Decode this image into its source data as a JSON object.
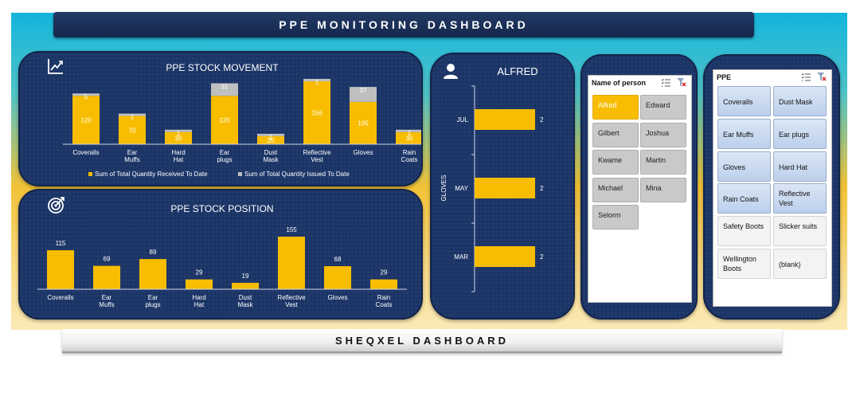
{
  "header": {
    "title": "PPE MONITORING DASHBOARD"
  },
  "footer": {
    "title": "SHEQXEL DASHBOARD"
  },
  "colors": {
    "navy": "#1c3567",
    "received": "#f8bd00",
    "issued": "#bfbfbf",
    "slicer_selected": "#f8bd00"
  },
  "icons": {
    "movement": "line-chart-icon",
    "position": "target-icon",
    "person": "person-icon",
    "multiselect": "multi-select-icon",
    "clear_filter": "clear-filter-icon"
  },
  "chart_data": [
    {
      "type": "bar",
      "stacked": true,
      "title": "PPE STOCK MOVEMENT",
      "categories": [
        "Coveralls",
        "Ear Muffs",
        "Hard Hat",
        "Ear plugs",
        "Dust Mask",
        "Reflective Vest",
        "Gloves",
        "Rain Coats"
      ],
      "series": [
        {
          "name": "Sum of Total Quantity Received To Date",
          "values": [
            120,
            70,
            30,
            120,
            20,
            156,
            105,
            30
          ]
        },
        {
          "name": "Sum of Total Quantity Issued To Date",
          "values": [
            5,
            1,
            1,
            31,
            1,
            1,
            37,
            1
          ]
        }
      ],
      "legend": "bottom"
    },
    {
      "type": "bar",
      "title": "PPE STOCK POSITION",
      "categories": [
        "Coveralls",
        "Ear Muffs",
        "Ear plugs",
        "Hard Hat",
        "Dust Mask",
        "Reflective Vest",
        "Gloves",
        "Rain Coats"
      ],
      "values": [
        115,
        69,
        89,
        29,
        19,
        155,
        68,
        29
      ]
    },
    {
      "type": "bar",
      "orientation": "horizontal",
      "title": "ALFRED",
      "ylabel": "GLOVES",
      "categories": [
        "JUL",
        "MAY",
        "MAR"
      ],
      "values": [
        2,
        2,
        2
      ]
    }
  ],
  "person_slicer": {
    "title": "Name of person",
    "items": [
      "Alfred",
      "Edward",
      "Gilbert",
      "Joshua",
      "Kwame",
      "Martin",
      "Michael",
      "Mina",
      "Selorm"
    ],
    "selected": "Alfred"
  },
  "ppe_slicer": {
    "title": "PPE",
    "items": [
      "Coveralls",
      "Dust Mask",
      "Ear Muffs",
      "Ear plugs",
      "Gloves",
      "Hard Hat",
      "Rain Coats",
      "Reflective Vest",
      "Safety Boots",
      "Slicker suits",
      "Wellington Boots",
      "(blank)"
    ],
    "active_count": 8
  }
}
